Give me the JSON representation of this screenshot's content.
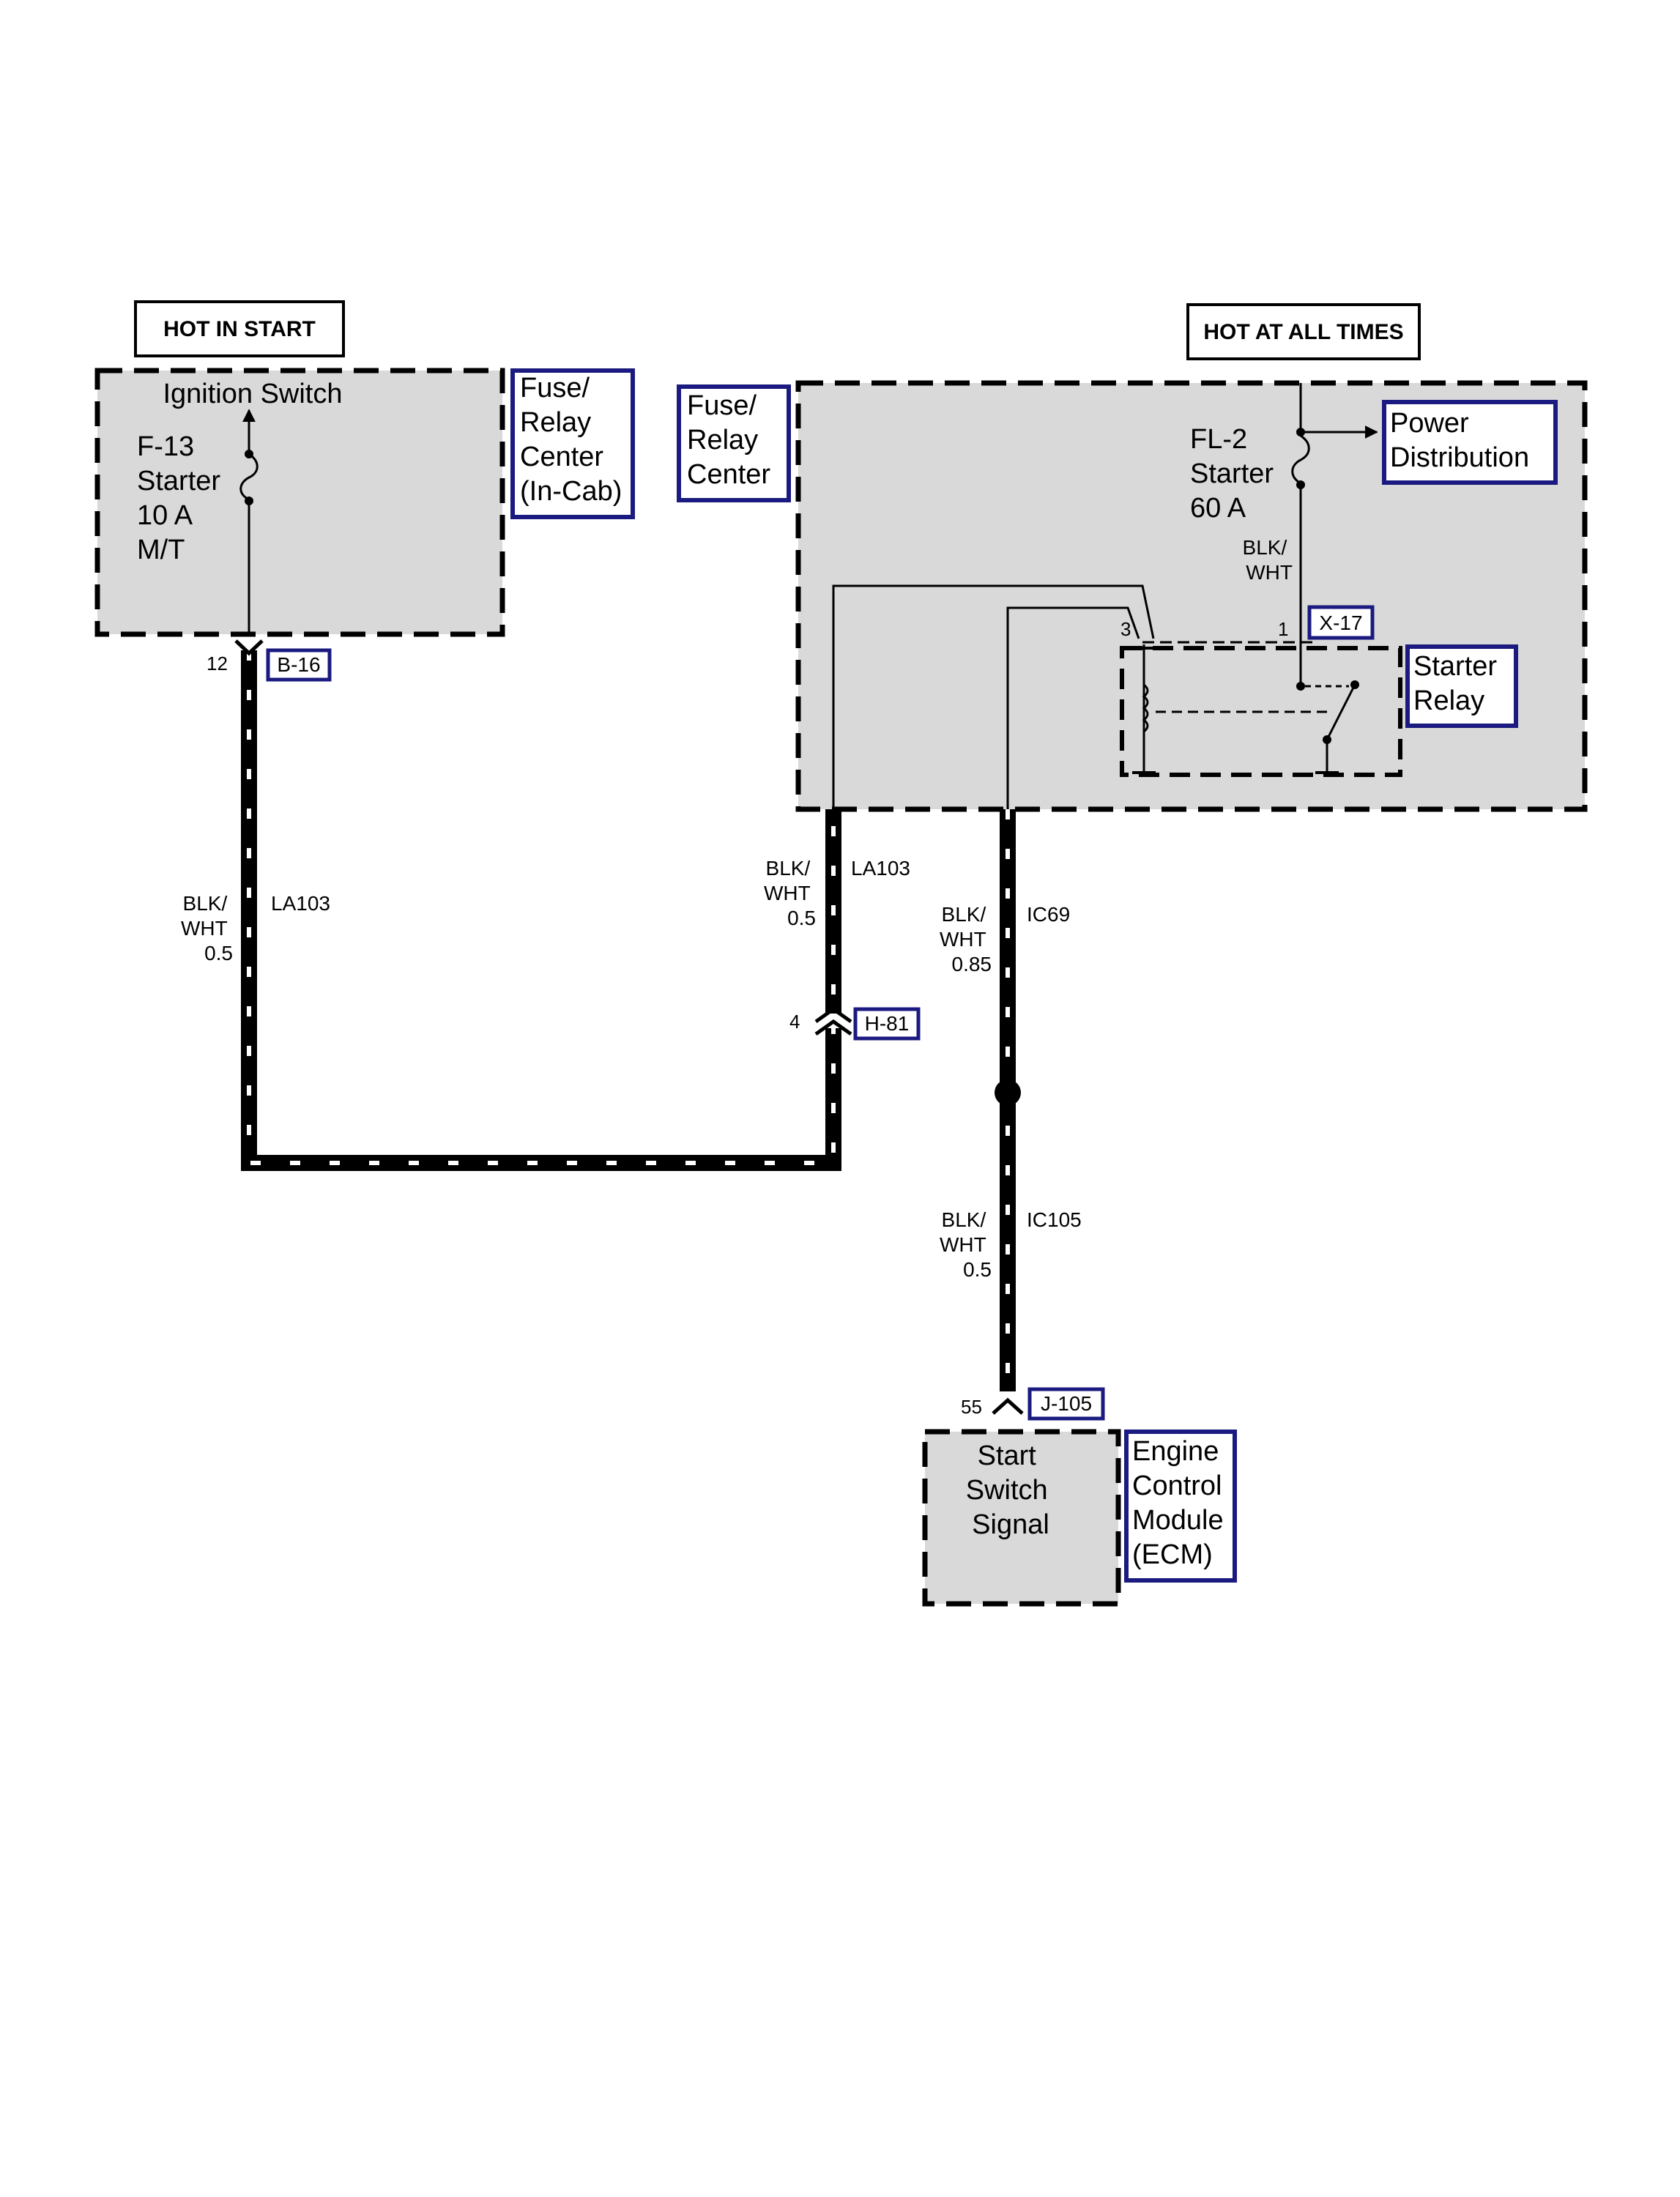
{
  "hot_labels": {
    "left": "HOT IN START",
    "right": "HOT AT ALL TIMES"
  },
  "fuse_relay_incab": {
    "label_lines": [
      "Fuse/",
      "Relay",
      "Center",
      "(In-Cab)"
    ],
    "title": "Ignition Switch",
    "fuse_lines": [
      "F-13",
      "Starter",
      "10 A",
      "M/T"
    ]
  },
  "fuse_relay_main": {
    "label_lines": [
      "Fuse/",
      "Relay",
      "Center"
    ],
    "fuse_lines": [
      "FL-2",
      "Starter",
      "60 A"
    ],
    "wire_lines": [
      "BLK/",
      "WHT"
    ],
    "pin_3": "3",
    "pin_1": "1",
    "connector": "X-17"
  },
  "power_distribution": {
    "label_lines": [
      "Power",
      "Distribution"
    ]
  },
  "starter_relay": {
    "label_lines": [
      "Starter",
      "Relay"
    ]
  },
  "left_wire": {
    "pin": "12",
    "connector": "B-16",
    "circuit": "LA103",
    "spec_lines": [
      "BLK/",
      "WHT",
      "0.5"
    ]
  },
  "middle_wire": {
    "circuit": "LA103",
    "spec_lines": [
      "BLK/",
      "WHT",
      "0.5"
    ],
    "pin": "4",
    "connector": "H-81"
  },
  "right_wire_upper": {
    "circuit": "IC69",
    "spec_lines": [
      "BLK/",
      "WHT",
      "0.85"
    ]
  },
  "right_wire_lower": {
    "circuit": "IC105",
    "spec_lines": [
      "BLK/",
      "WHT",
      "0.5"
    ],
    "pin": "55",
    "connector": "J-105"
  },
  "ecm": {
    "label_lines": [
      "Engine",
      "Control",
      "Module",
      "(ECM)"
    ],
    "function_lines": [
      "Start",
      "Switch",
      "Signal"
    ]
  },
  "colors": {
    "component_fill": "#d9d9d9",
    "label_border": "#1a1a80",
    "wire": "#000000",
    "wire_stripe": "#ffffff"
  }
}
